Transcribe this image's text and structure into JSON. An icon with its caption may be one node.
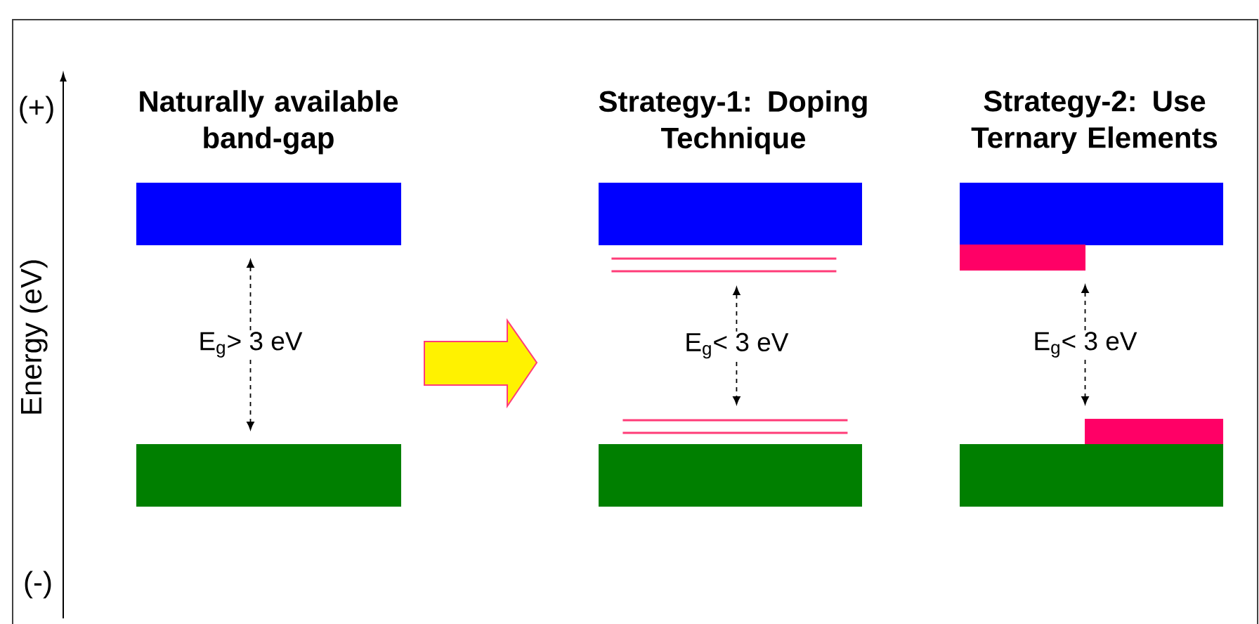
{
  "diagram": {
    "nodes": [
      {
        "text": [],
        "shape": "bar"
      },
      {
        "text": [],
        "shape": "bar"
      },
      {
        "text": [],
        "shape": "bar"
      },
      {
        "text": [],
        "shape": "line"
      },
      {
        "text": [],
        "shape": "line"
      },
      {
        "text": [],
        "shape": "line"
      },
      {
        "text": [],
        "shape": "line"
      },
      {
        "text": [],
        "shape": "bar"
      },
      {
        "text": [],
        "shape": "bar"
      },
      {
        "text": [],
        "shape": "bar"
      },
      {
        "text": [],
        "shape": "bar"
      },
      {
        "text": [],
        "shape": "bar"
      }
    ],
    "edges": [
      {
        "from": 0,
        "to": 1,
        "arrow": "both",
        "style": "dashed",
        "label": "E$_{g}$> 3 eV"
      },
      {
        "from": 4,
        "to": 5,
        "arrow": "both",
        "style": "dashed",
        "label": "E$_{g}$< 3 eV"
      },
      {
        "from": 9,
        "to": 10,
        "arrow": "both",
        "style": "dashed",
        "label": "E$_{g}$< 3 eV"
      }
    ],
    "labels": [
      "(+)",
      "Naturally available band-gap",
      "Strategy-1: Doping Technique",
      "Strategy-2: Use Ternary Elements",
      "Energy (eV)",
      "(-)"
    ]
  }
}
